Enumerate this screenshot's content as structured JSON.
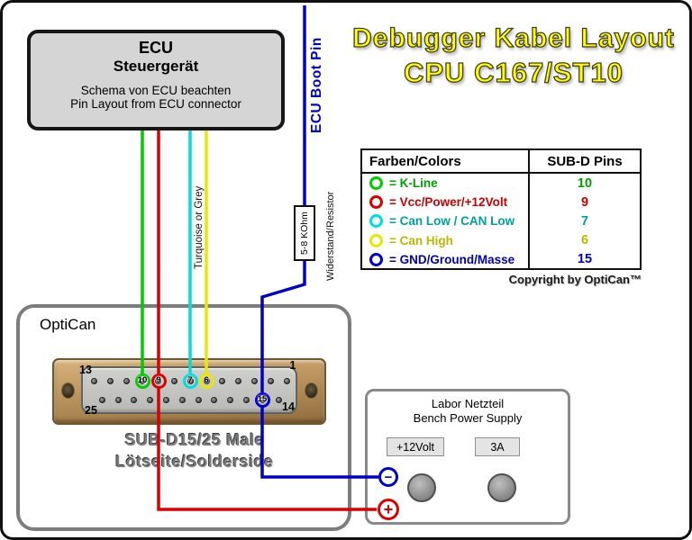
{
  "title": {
    "line1": "Debugger Kabel Layout",
    "line2": "CPU C167/ST10",
    "color": "#ffff00"
  },
  "ecu_box": {
    "title1": "ECU",
    "title2": "Steuergerät",
    "note1": "Schema von ECU beachten",
    "note2": "Pin Layout from ECU connector"
  },
  "labels": {
    "ecu_boot_pin": "ECU Boot Pin",
    "turquoise_or_grey": "Turquoise or Grey",
    "resistor_value": "5-8 KOhm",
    "resistor_name1": "Widerstand/",
    "resistor_name2": "Resistor",
    "copyright": "Copyright by OptiCan™"
  },
  "legend": {
    "header_colors": "Farben/Colors",
    "header_pins": "SUB-D Pins",
    "rows": [
      {
        "label": "= K-Line",
        "pin": "10",
        "ring": "#00cc00",
        "text_color": "#00a000"
      },
      {
        "label": "= Vcc/Power/+12Volt",
        "pin": "9",
        "ring": "#dd0000",
        "text_color": "#cc0000"
      },
      {
        "label": "= Can Low / CAN Low",
        "pin": "7",
        "ring": "#00dddd",
        "text_color": "#00a0a0"
      },
      {
        "label": "= Can High",
        "pin": "6",
        "ring": "#e8e800",
        "text_color": "#b8b800"
      },
      {
        "label": "= GND/Ground/Masse",
        "pin": "15",
        "ring": "#0000cc",
        "text_color": "#0000bb"
      }
    ]
  },
  "optican": {
    "label": "OptiCan",
    "connector_caption1": "SUB-D15/25 Male",
    "connector_caption2": "Lötseite/Solderside",
    "corner_pins": {
      "top_left": "13",
      "top_right": "1",
      "bottom_left": "25",
      "bottom_right": "14"
    },
    "highlighted_pins": [
      {
        "pin": "10",
        "color": "#00cc00"
      },
      {
        "pin": "9",
        "color": "#dd0000"
      },
      {
        "pin": "7",
        "color": "#00dddd"
      },
      {
        "pin": "6",
        "color": "#e8e800"
      },
      {
        "pin": "15",
        "color": "#0000cc"
      }
    ]
  },
  "power_supply": {
    "title1": "Labor Netzteil",
    "title2": "Bench Power Supply",
    "voltage": "+12Volt",
    "current": "3A",
    "minus": "−",
    "plus": "+"
  },
  "wire_colors": {
    "kline": "#00cc00",
    "vcc": "#dd0000",
    "canlow": "#00dddd",
    "canhigh": "#e8e800",
    "gnd": "#0000cc"
  }
}
